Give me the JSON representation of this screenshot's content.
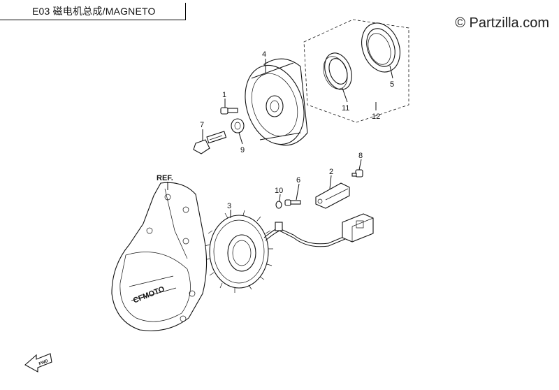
{
  "header": {
    "title": "E03 磁电机总成/MAGNETO",
    "watermark": "© Partzilla.com"
  },
  "diagram": {
    "callouts": {
      "c1": "1",
      "c2": "2",
      "c3": "3",
      "c4": "4",
      "c5": "5",
      "c6": "6",
      "c7": "7",
      "c8": "8",
      "c9": "9",
      "c10": "10",
      "c11": "11",
      "c12": "12"
    },
    "ref_label": "REF.",
    "cover_logo": "CFMOTO",
    "fwd_label": "FWD"
  }
}
